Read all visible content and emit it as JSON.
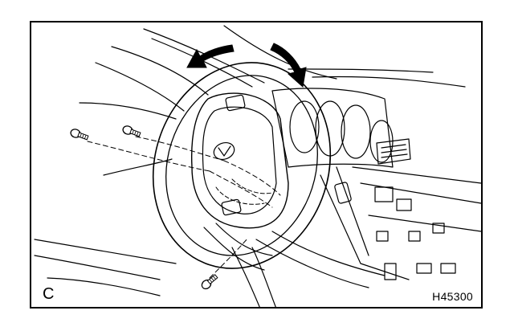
{
  "figure": {
    "view_label": "C",
    "figure_code": "H45300",
    "parts": {
      "steering_wheel": "steering-wheel",
      "airbag": "steering-pad",
      "emblem": "lexus-emblem",
      "screws": [
        "torx-screw-left",
        "torx-screw-right",
        "torx-screw-bottom"
      ]
    }
  }
}
